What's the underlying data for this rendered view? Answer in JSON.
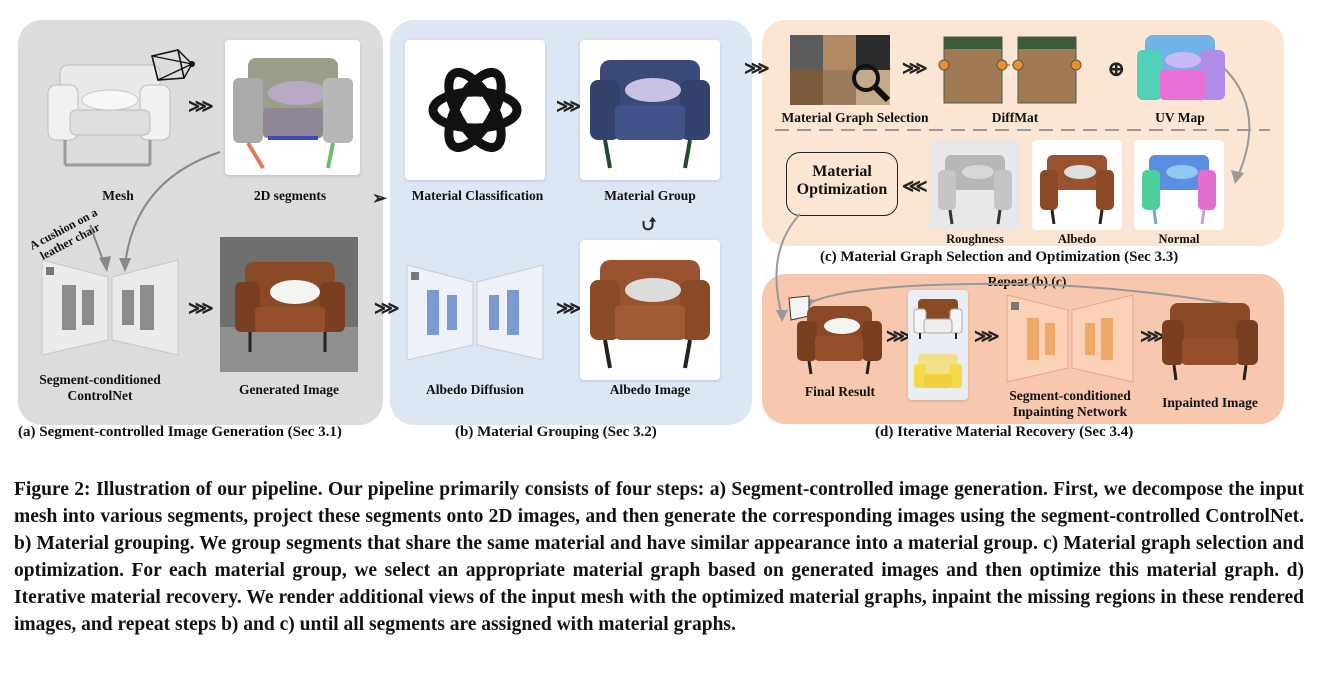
{
  "panel_a": {
    "mesh_label": "Mesh",
    "segments_label": "2D segments",
    "prompt_text": "A cushion on a leather chair",
    "controlnet_label": "Segment-conditioned ControlNet",
    "generated_label": "Generated Image",
    "caption": "(a) Segment-controlled Image Generation (Sec 3.1)"
  },
  "panel_b": {
    "classification_label": "Material Classification",
    "group_label": "Material Group",
    "albedo_diffusion_label": "Albedo Diffusion",
    "albedo_image_label": "Albedo Image",
    "caption": "(b) Material Grouping (Sec 3.2)"
  },
  "panel_c": {
    "selection_label": "Material Graph Selection",
    "diffmat_label": "DiffMat",
    "uvmap_label": "UV Map",
    "optimization_label": "Material Optimization",
    "roughness_label": "Roughness",
    "albedo_label": "Albedo",
    "normal_label": "Normal",
    "caption": "(c) Material Graph Selection and Optimization (Sec 3.3)"
  },
  "panel_d": {
    "repeat_label": "Repeat (b) (c)",
    "final_label": "Final Result",
    "inpaint_net_label": "Segment-conditioned Inpainting Network",
    "inpainted_label": "Inpainted Image",
    "caption": "(d) Iterative Material Recovery (Sec 3.4)"
  },
  "figure_caption": "Figure 2: Illustration of our pipeline. Our pipeline primarily consists of four steps: a) Segment-controlled image generation. First, we decompose the input mesh into various segments, project these segments onto 2D images, and then generate the corresponding images using the segment-controlled ControlNet. b) Material grouping. We group segments that share the same material and have similar appearance into a material group. c) Material graph selection and optimization. For each material group, we select an appropriate material graph based on generated images and then optimize this material graph. d) Iterative material recovery. We render additional views of the input mesh with the optimized material graphs, inpaint the missing regions in these rendered images, and repeat steps b) and c) until all segments are assigned with material graphs.",
  "colors": {
    "panel_a_bg": "#dcdcdc",
    "panel_b_bg": "#dde6f3",
    "panel_c_bg": "#fbe5d3",
    "panel_d_bg": "#f7c8ad",
    "leather": "#8a4a26",
    "group_blue": "#3b4a78"
  }
}
